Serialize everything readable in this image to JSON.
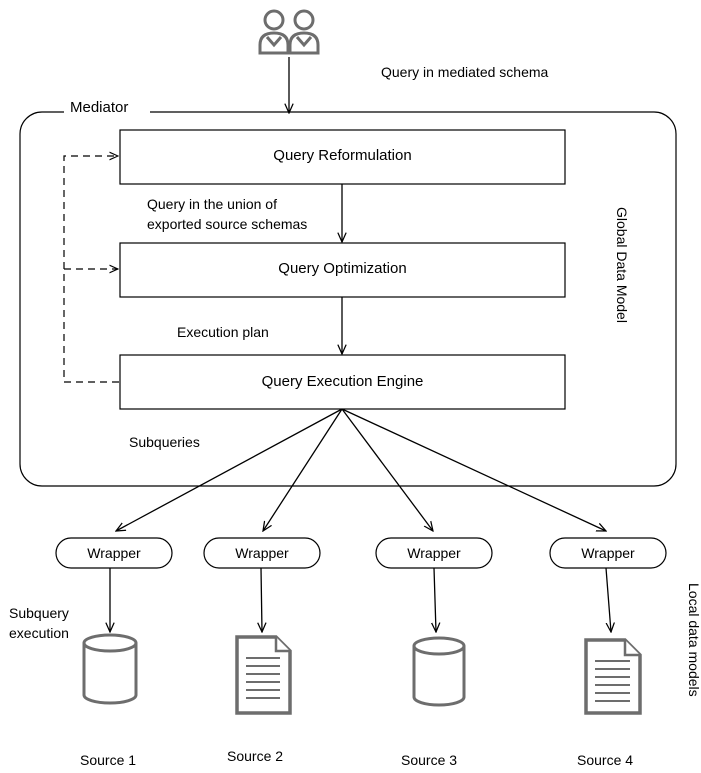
{
  "labels": {
    "query_mediated": "Query in mediated schema",
    "mediator": "Mediator",
    "reformulation": "Query Reformulation",
    "union_line1": "Query in the union of",
    "union_line2": "exported source schemas",
    "optimization": "Query Optimization",
    "execution_plan": "Execution plan",
    "execution_engine": "Query Execution Engine",
    "subqueries": "Subqueries",
    "global_model": "Global Data Model",
    "local_models": "Local data models",
    "subquery_exec_line1": "Subquery",
    "subquery_exec_line2": "execution"
  },
  "wrappers": [
    {
      "label": "Wrapper"
    },
    {
      "label": "Wrapper"
    },
    {
      "label": "Wrapper"
    },
    {
      "label": "Wrapper"
    }
  ],
  "sources": [
    {
      "label": "Source 1",
      "kind": "database-icon"
    },
    {
      "label": "Source 2",
      "kind": "document-icon"
    },
    {
      "label": "Source 3",
      "kind": "database-icon"
    },
    {
      "label": "Source 4",
      "kind": "document-icon"
    }
  ],
  "colors": {
    "line": "#000000",
    "icon": "#6d6d6d"
  }
}
